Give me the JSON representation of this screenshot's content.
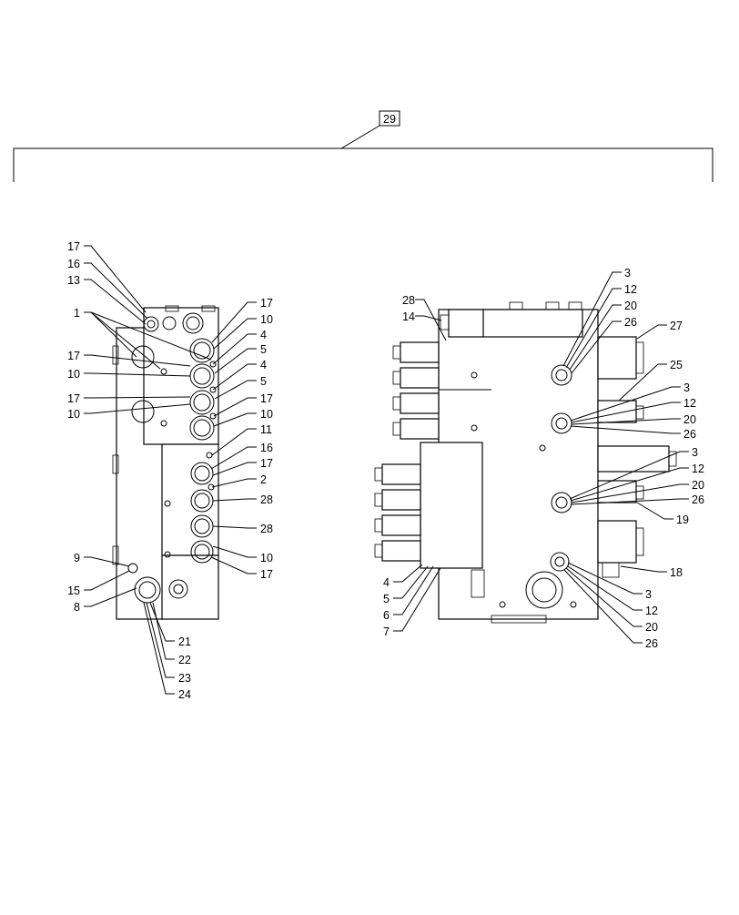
{
  "assembly_callout": "29",
  "left_view_callouts": [
    "17",
    "16",
    "13",
    "1",
    "17",
    "10",
    "17",
    "10",
    "17",
    "10",
    "4",
    "5",
    "4",
    "5",
    "17",
    "10",
    "11",
    "16",
    "17",
    "2",
    "28",
    "28",
    "10",
    "17",
    "9",
    "15",
    "8",
    "21",
    "22",
    "23",
    "24"
  ],
  "right_view_callouts": [
    "28",
    "14",
    "3",
    "12",
    "20",
    "26",
    "27",
    "25",
    "3",
    "12",
    "20",
    "26",
    "3",
    "12",
    "20",
    "26",
    "19",
    "18",
    "3",
    "12",
    "20",
    "26",
    "4",
    "5",
    "6",
    "7"
  ]
}
